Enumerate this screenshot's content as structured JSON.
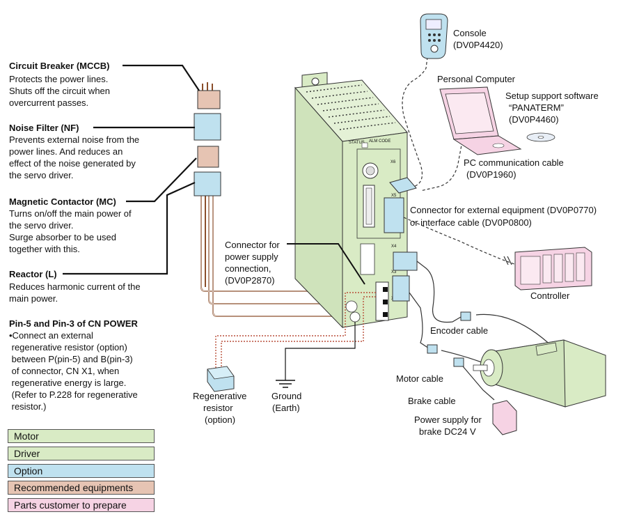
{
  "annotations": {
    "mccb": {
      "title": "Circuit Breaker (MCCB)",
      "lines": [
        "Protects the power lines.",
        "Shuts off the circuit when",
        "overcurrent passes."
      ]
    },
    "nf": {
      "title": "Noise Filter (NF)",
      "lines": [
        "Prevents external noise from the",
        "power lines. And reduces an",
        "effect of the noise generated by",
        "the servo driver."
      ]
    },
    "mc": {
      "title": "Magnetic Contactor (MC)",
      "lines": [
        "Turns on/off the main power of",
        "the servo driver.",
        "Surge absorber to be used",
        "together with this."
      ]
    },
    "reactor": {
      "title": "Reactor (L)",
      "lines": [
        "Reduces harmonic current of the",
        "main power."
      ]
    },
    "pin": {
      "title": "Pin-5 and Pin-3 of CN POWER",
      "lines": [
        "•Connect an external",
        " regenerative resistor (option)",
        " between P(pin-5) and B(pin-3)",
        " of connector, CN X1, when",
        " regenerative energy is large.",
        " (Refer to P.228 for regenerative",
        " resistor.)"
      ]
    }
  },
  "labels": {
    "console": [
      "Console",
      "(DV0P4420)"
    ],
    "pc": [
      "Personal Computer"
    ],
    "setup": [
      "Setup support software",
      "“PANATERM”",
      "(DV0P4460)"
    ],
    "pc_cable": [
      "PC communication cable",
      "(DV0P1960)"
    ],
    "ext_conn": [
      "Connector for external equipment (DV0P0770)",
      "or interface cable (DV0P0800)"
    ],
    "power_conn": [
      "Connector for",
      "power supply",
      "connection,",
      "(DV0P2870)"
    ],
    "controller": [
      "Controller"
    ],
    "encoder_cable": [
      "Encoder cable"
    ],
    "motor_cable": [
      "Motor cable"
    ],
    "brake_cable": [
      "Brake cable"
    ],
    "brake_power": [
      "Power supply for",
      "brake DC24 V"
    ],
    "regen": [
      "Regenerative",
      "resistor",
      "(option)"
    ],
    "ground": [
      "Ground",
      "(Earth)"
    ],
    "driver_status": "STATUS",
    "driver_alm": "ALM CODE",
    "port_x6": "X6",
    "port_x5": "X5",
    "port_x4": "X4",
    "port_x3": "X3",
    "port_x1": "X1"
  },
  "legend": [
    {
      "label": "Motor",
      "color": "#d9ebc5"
    },
    {
      "label": "Driver",
      "color": "#d9ebc5"
    },
    {
      "label": "Option",
      "color": "#bfe1ef"
    },
    {
      "label": "Recommended equipments",
      "color": "#e6c4b3"
    },
    {
      "label": "Parts customer to prepare",
      "color": "#f6d3e4"
    }
  ]
}
